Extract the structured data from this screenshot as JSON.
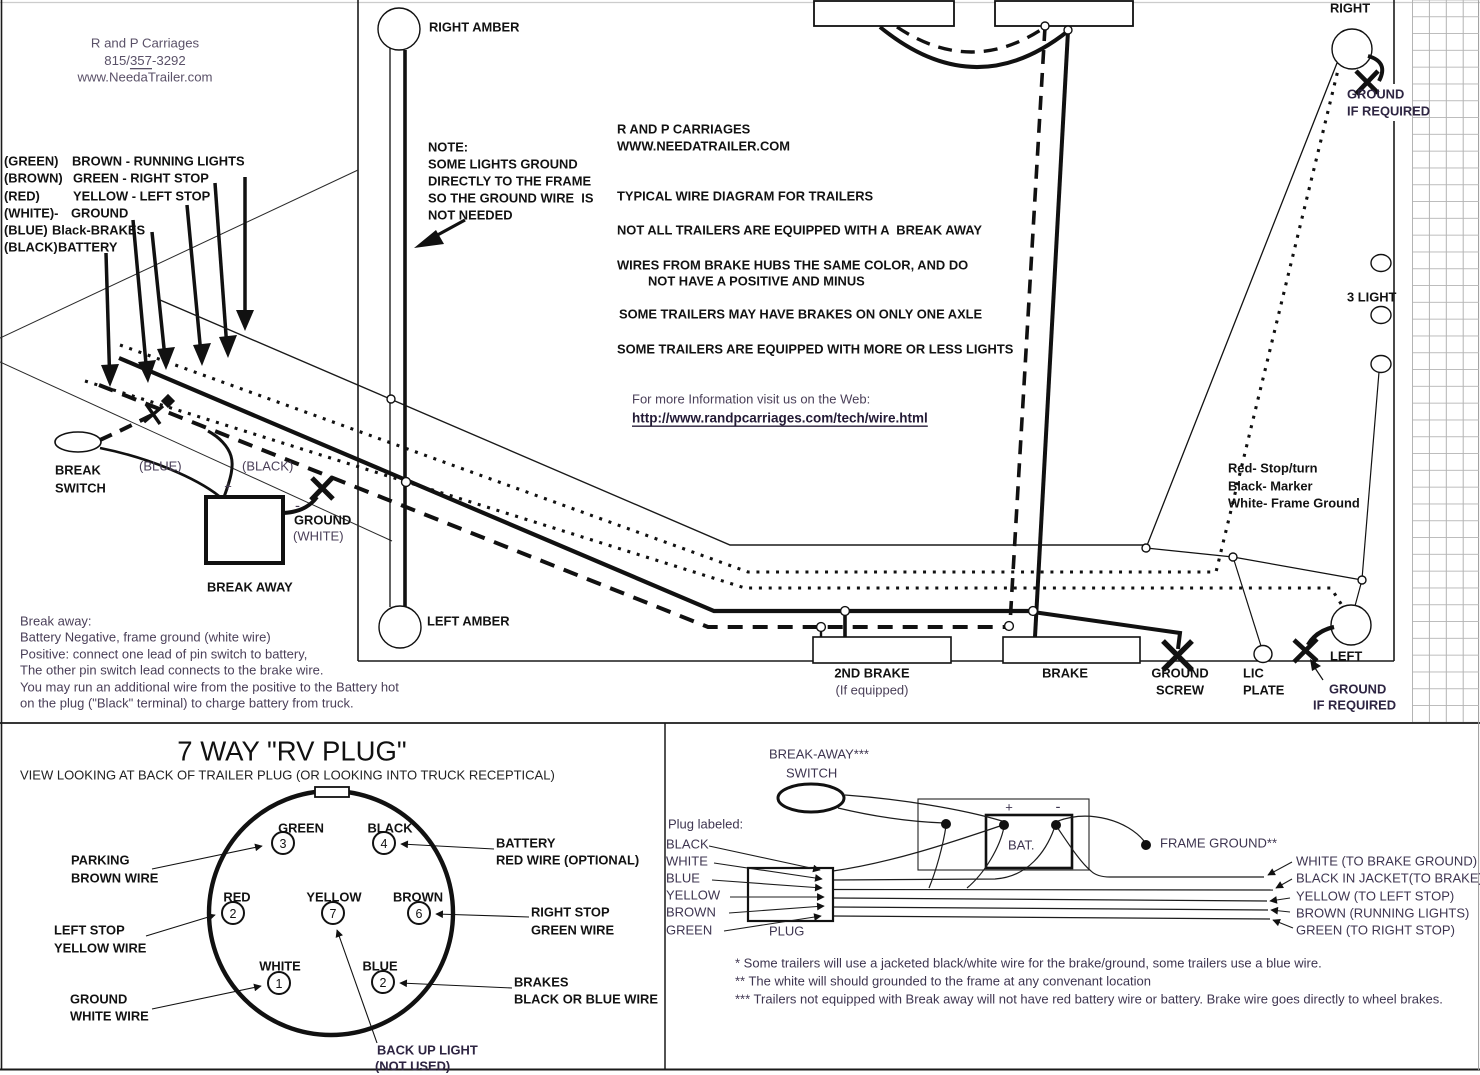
{
  "header": {
    "company": "R and P Carriages",
    "phone_pre": "815/",
    "phone_mid": "357",
    "phone_post": "-3292",
    "website": "www.NeedaTrailer.com"
  },
  "wire_legend": [
    {
      "plug": "(GREEN)",
      "wire": "BROWN - RUNNING LIGHTS"
    },
    {
      "plug": "(BROWN)",
      "wire": "GREEN - RIGHT STOP"
    },
    {
      "plug": "(RED)",
      "wire": "YELLOW - LEFT STOP"
    },
    {
      "plug": "(WHITE)-",
      "wire": "GROUND"
    },
    {
      "plug": "(BLUE)",
      "wire": "Black-BRAKES"
    },
    {
      "plug": "(BLACK)",
      "wire": "BATTERY"
    }
  ],
  "note": {
    "l1": "NOTE:",
    "l2": "SOME LIGHTS GROUND",
    "l3": "DIRECTLY TO THE FRAME",
    "l4": "SO THE GROUND WIRE  IS",
    "l5": "NOT NEEDED"
  },
  "center": {
    "company1": "R AND P CARRIAGES",
    "company2": "WWW.NEEDATRAILER.COM",
    "t1": "TYPICAL WIRE DIAGRAM FOR TRAILERS",
    "t2": "NOT ALL TRAILERS ARE EQUIPPED WITH A  BREAK AWAY",
    "t3a": "WIRES FROM BRAKE HUBS THE SAME COLOR, AND DO",
    "t3b": "NOT HAVE A POSITIVE AND MINUS",
    "t4": "SOME TRAILERS MAY HAVE BRAKES ON ONLY ONE AXLE",
    "t5": "SOME TRAILERS ARE EQUIPPED WITH MORE OR LESS LIGHTS",
    "web_prompt": "For more Information visit us on the Web:",
    "web_url": "http://www.randpcarriages.com/tech/wire.html"
  },
  "lights": {
    "right_amber": "RIGHT AMBER",
    "left_amber": "LEFT AMBER",
    "right": "RIGHT",
    "left": "LEFT",
    "three_light": "3 LIGHT",
    "ground_top_1": "GROUND",
    "ground_top_2": "IF REQUIRED",
    "ground_bottom_1": "GROUND",
    "ground_bottom_2": "IF REQUIRED",
    "legend1": "Red- Stop/turn",
    "legend2": "Black- Marker",
    "legend3": "White- Frame Ground",
    "brake": "BRAKE",
    "brake2_1": "2ND BRAKE",
    "brake2_2": "(If equipped)",
    "ground_screw_1": "GROUND",
    "ground_screw_2": "SCREW",
    "lic_1": "LIC",
    "lic_2": "PLATE"
  },
  "breakaway": {
    "switch_1": "BREAK",
    "switch_2": "SWITCH",
    "blue": "(BLUE)",
    "black": "(BLACK)",
    "plus": "+",
    "minus": "-",
    "ground_1": "GROUND",
    "ground_2": "(WHITE)",
    "box_label": "BREAK AWAY",
    "note1": "Break away:",
    "note2": "Battery Negative, frame ground (white wire)",
    "note3": "Positive: connect one lead of pin switch to battery,",
    "note4": "The other pin switch lead connects to the brake wire.",
    "note5": "You may run an additional wire from the positive to the Battery hot",
    "note6": "on the plug (\"Black\" terminal) to charge battery from truck."
  },
  "rv_plug": {
    "title": "7 WAY \"RV PLUG\"",
    "subtitle": "VIEW LOOKING AT BACK OF TRAILER PLUG (OR LOOKING INTO TRUCK RECEPTICAL)",
    "pins": [
      {
        "num": "3",
        "color": "GREEN"
      },
      {
        "num": "4",
        "color": "BLACK"
      },
      {
        "num": "2",
        "color": "RED"
      },
      {
        "num": "7",
        "color": "YELLOW"
      },
      {
        "num": "6",
        "color": "BROWN"
      },
      {
        "num": "1",
        "color": "WHITE"
      },
      {
        "num": "2",
        "color": "BLUE"
      }
    ],
    "callout_parking_1": "PARKING",
    "callout_parking_2": "BROWN WIRE",
    "callout_leftstop_1": "LEFT STOP",
    "callout_leftstop_2": "YELLOW WIRE",
    "callout_ground_1": "GROUND",
    "callout_ground_2": "WHITE WIRE",
    "callout_battery_1": "BATTERY",
    "callout_battery_2": "RED WIRE (OPTIONAL)",
    "callout_rightstop_1": "RIGHT STOP",
    "callout_rightstop_2": "GREEN WIRE",
    "callout_brakes_1": "BRAKES",
    "callout_brakes_2": "BLACK OR BLUE WIRE",
    "callout_backup_1": "BACK UP LIGHT",
    "callout_backup_2": "(NOT USED)"
  },
  "circuit": {
    "breakaway_1": "BREAK-AWAY***",
    "breakaway_2": "SWITCH",
    "plug_labeled": "Plug labeled:",
    "pin1": "BLACK",
    "pin2": "WHITE",
    "pin3": "BLUE",
    "pin4": "YELLOW",
    "pin5": "BROWN",
    "pin6": "GREEN",
    "plug": "PLUG",
    "bat": "BAT.",
    "plus": "+",
    "minus": "-",
    "frame_ground": "FRAME GROUND**",
    "out1": "WHITE (TO BRAKE GROUND)",
    "out2": "BLACK IN JACKET(TO BRAKE)",
    "out3": "YELLOW (TO LEFT STOP)",
    "out4": "BROWN (RUNNING LIGHTS)",
    "out5": "GREEN (TO RIGHT STOP)",
    "fn1": "* Some trailers will use a jacketed black/white wire for the brake/ground, some trailers use a blue wire.",
    "fn2": "** The white will should grounded to the frame at any convenant location",
    "fn3": "*** Trailers not equipped with Break away will not have red battery wire or battery. Brake wire goes directly to wheel brakes."
  }
}
